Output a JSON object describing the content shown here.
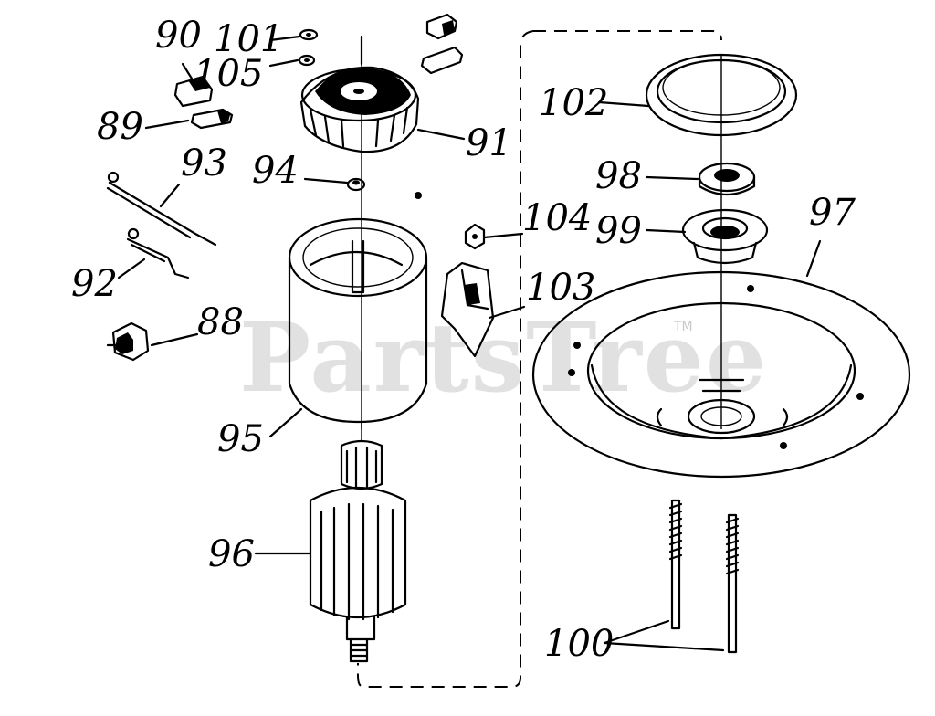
{
  "watermark": {
    "text": "PartsTree",
    "tm": "TM"
  },
  "callouts": {
    "c88": "88",
    "c89": "89",
    "c90": "90",
    "c91": "91",
    "c92": "92",
    "c93": "93",
    "c94": "94",
    "c95": "95",
    "c96": "96",
    "c97": "97",
    "c98": "98",
    "c99": "99",
    "c100": "100",
    "c101": "101",
    "c102": "102",
    "c103": "103",
    "c104": "104",
    "c105": "105"
  }
}
